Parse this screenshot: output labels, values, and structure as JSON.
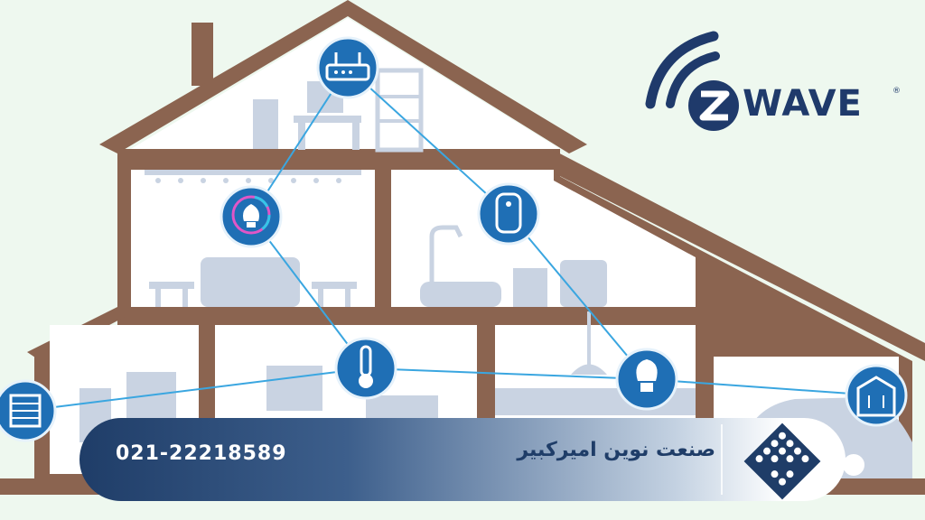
{
  "brand": {
    "name": "WAVE",
    "registered_mark": "®"
  },
  "banner": {
    "phone": "021-22218589",
    "company_name": "صنعت نوین امیرکبیر"
  },
  "icons": [
    "router-icon",
    "smart-bulb-icon",
    "water-heater-icon",
    "thermometer-icon",
    "light-bulb-icon",
    "window-blinds-icon",
    "garage-door-icon"
  ],
  "colors": {
    "background": "#eef8ef",
    "house_frame": "#8b6450",
    "wall": "#ffffff",
    "furniture": "#c9d3e2",
    "network_line": "#3aa6e0",
    "node_fill": "#1f6fb5",
    "brand_navy": "#1f3a6b"
  }
}
